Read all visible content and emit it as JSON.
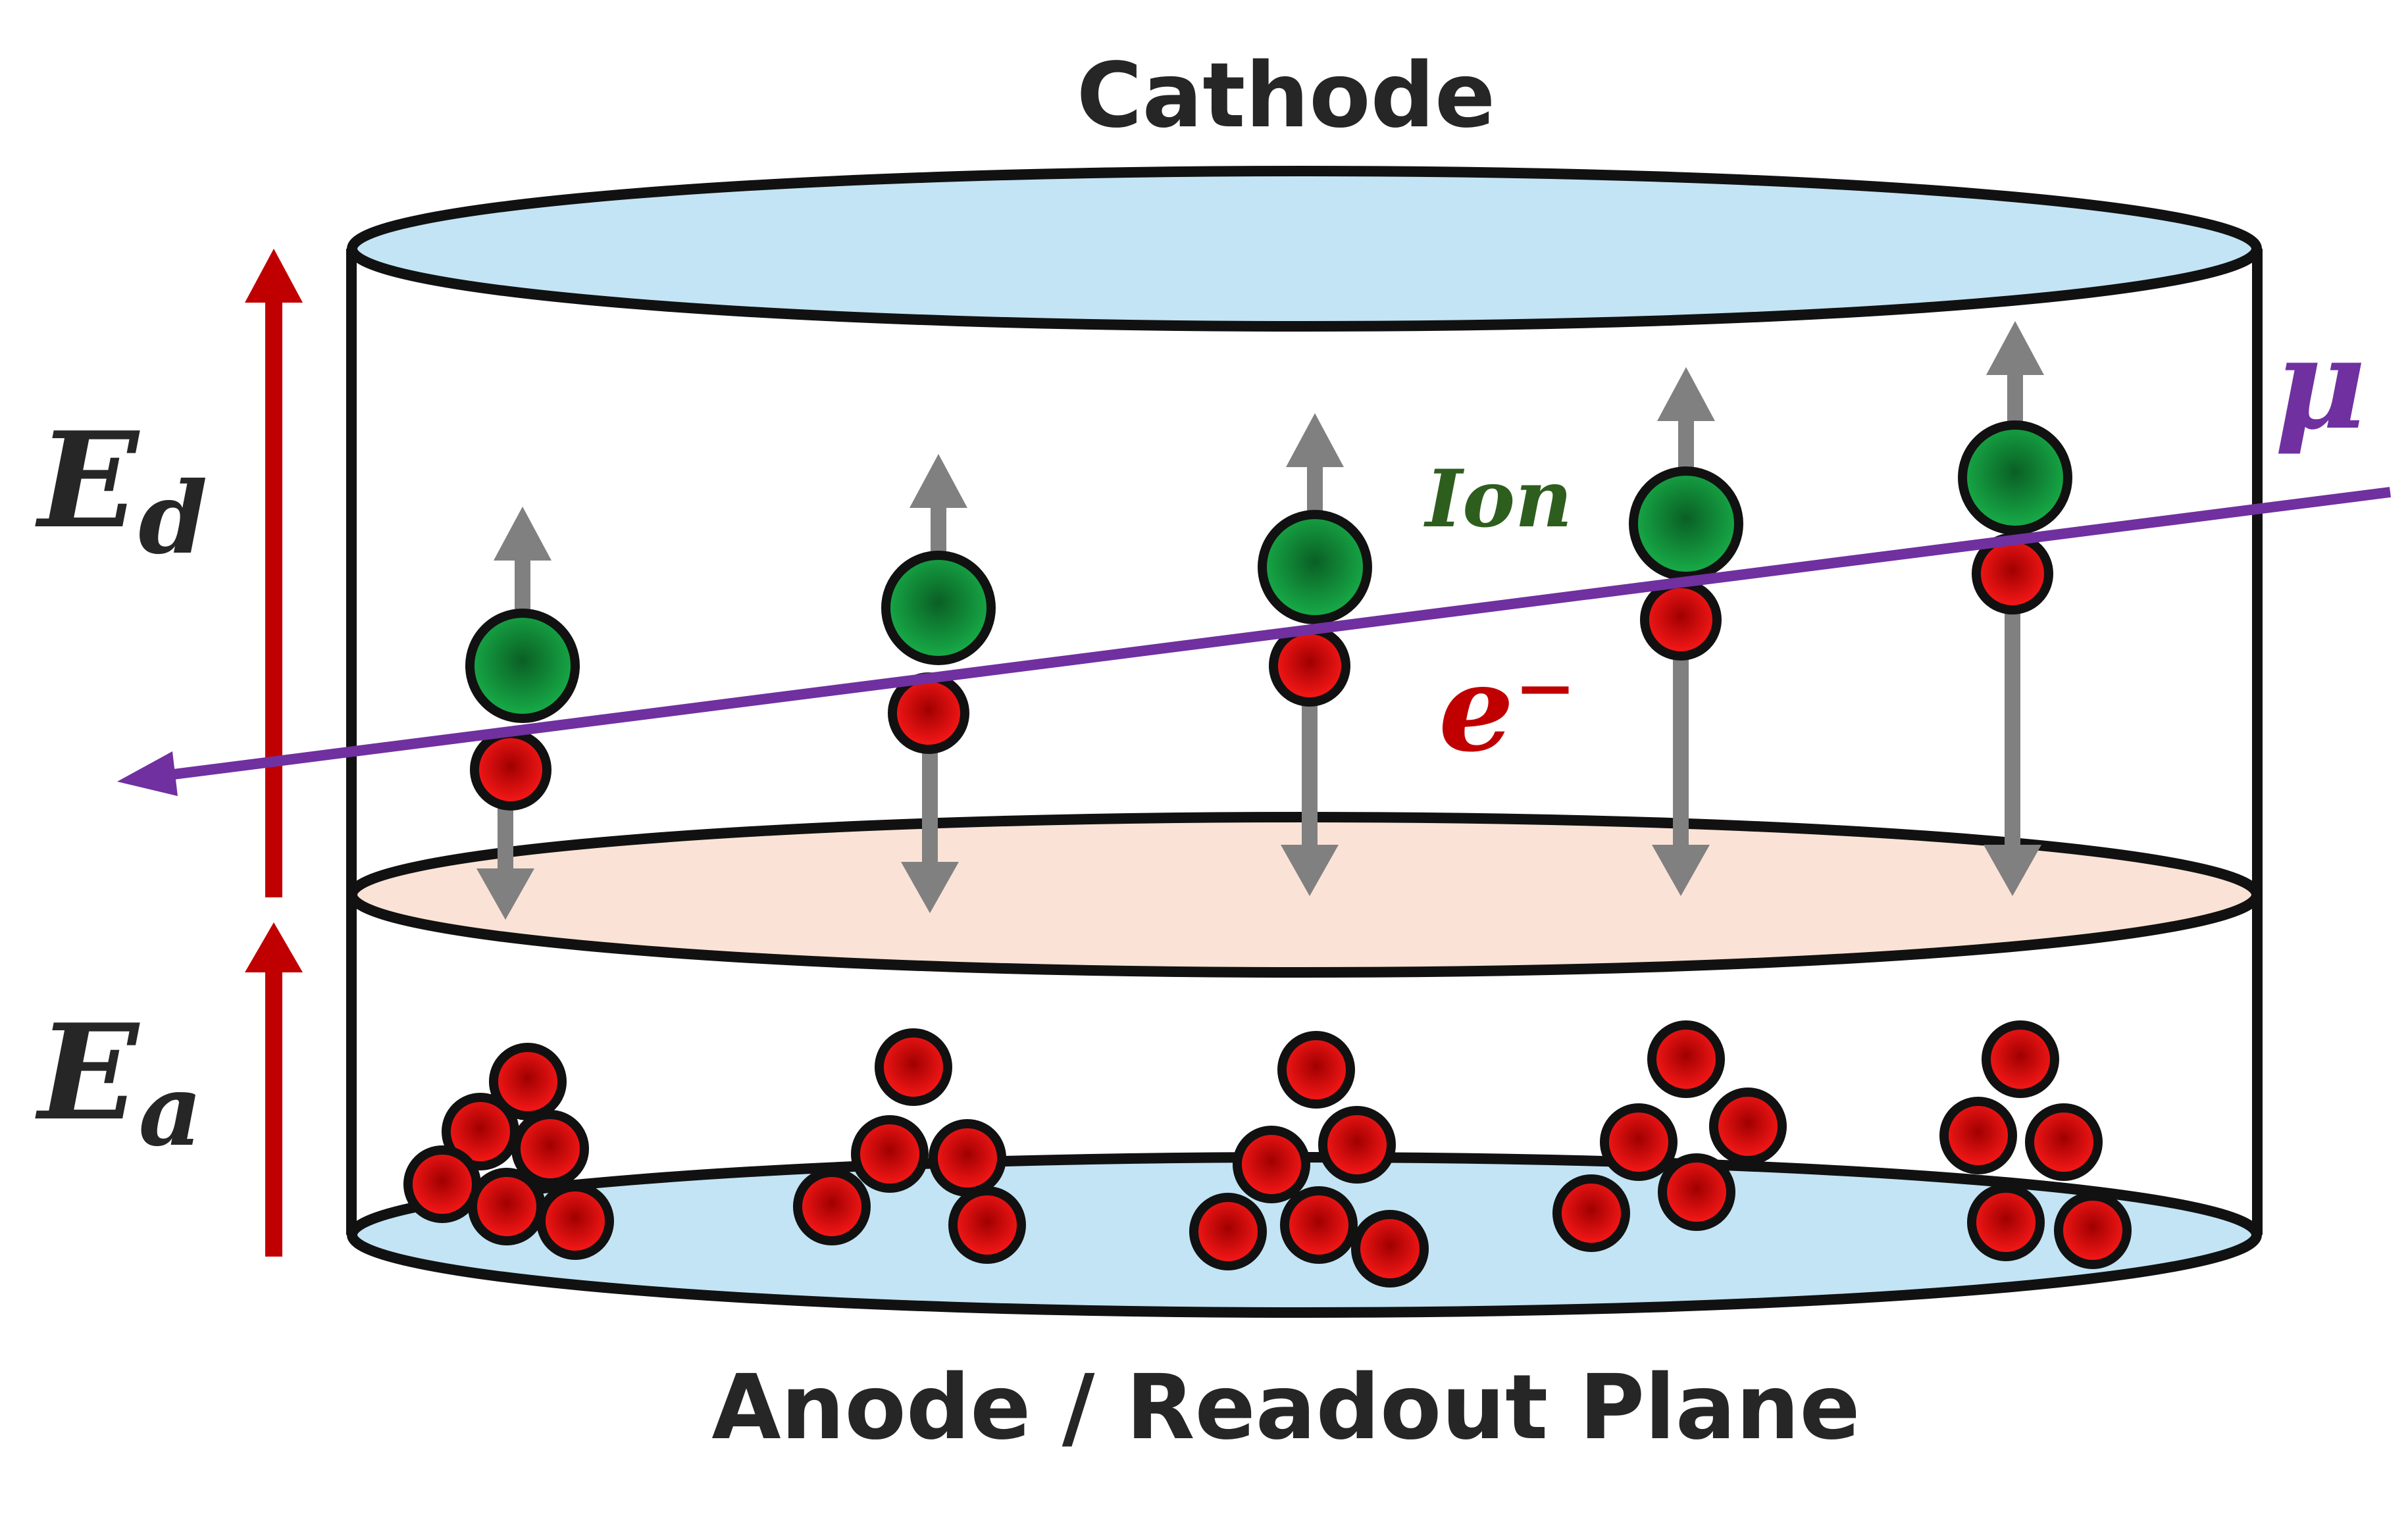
{
  "labels": {
    "cathode": "Cathode",
    "anode": "Anode / Readout Plane",
    "ion": "Ion",
    "electron": "e⁻",
    "muon": "μ",
    "drift_field": {
      "symbol": "E",
      "sub": "d"
    },
    "amplification_field": {
      "symbol": "E",
      "sub": "a"
    }
  },
  "colors": {
    "cathode_fill": "#c3e4f4",
    "anode_fill": "#c3e4f4",
    "mesh_fill": "#fae3d6",
    "outline": "#111111",
    "field_arrow": "#c00000",
    "drift_arrow": "#808080",
    "muon_track": "#7030a0",
    "ion": "#0f9a3c",
    "electron": "#e00000",
    "text_dark": "#262626",
    "ion_text": "#2e5e1e",
    "electron_text": "#c00000"
  }
}
